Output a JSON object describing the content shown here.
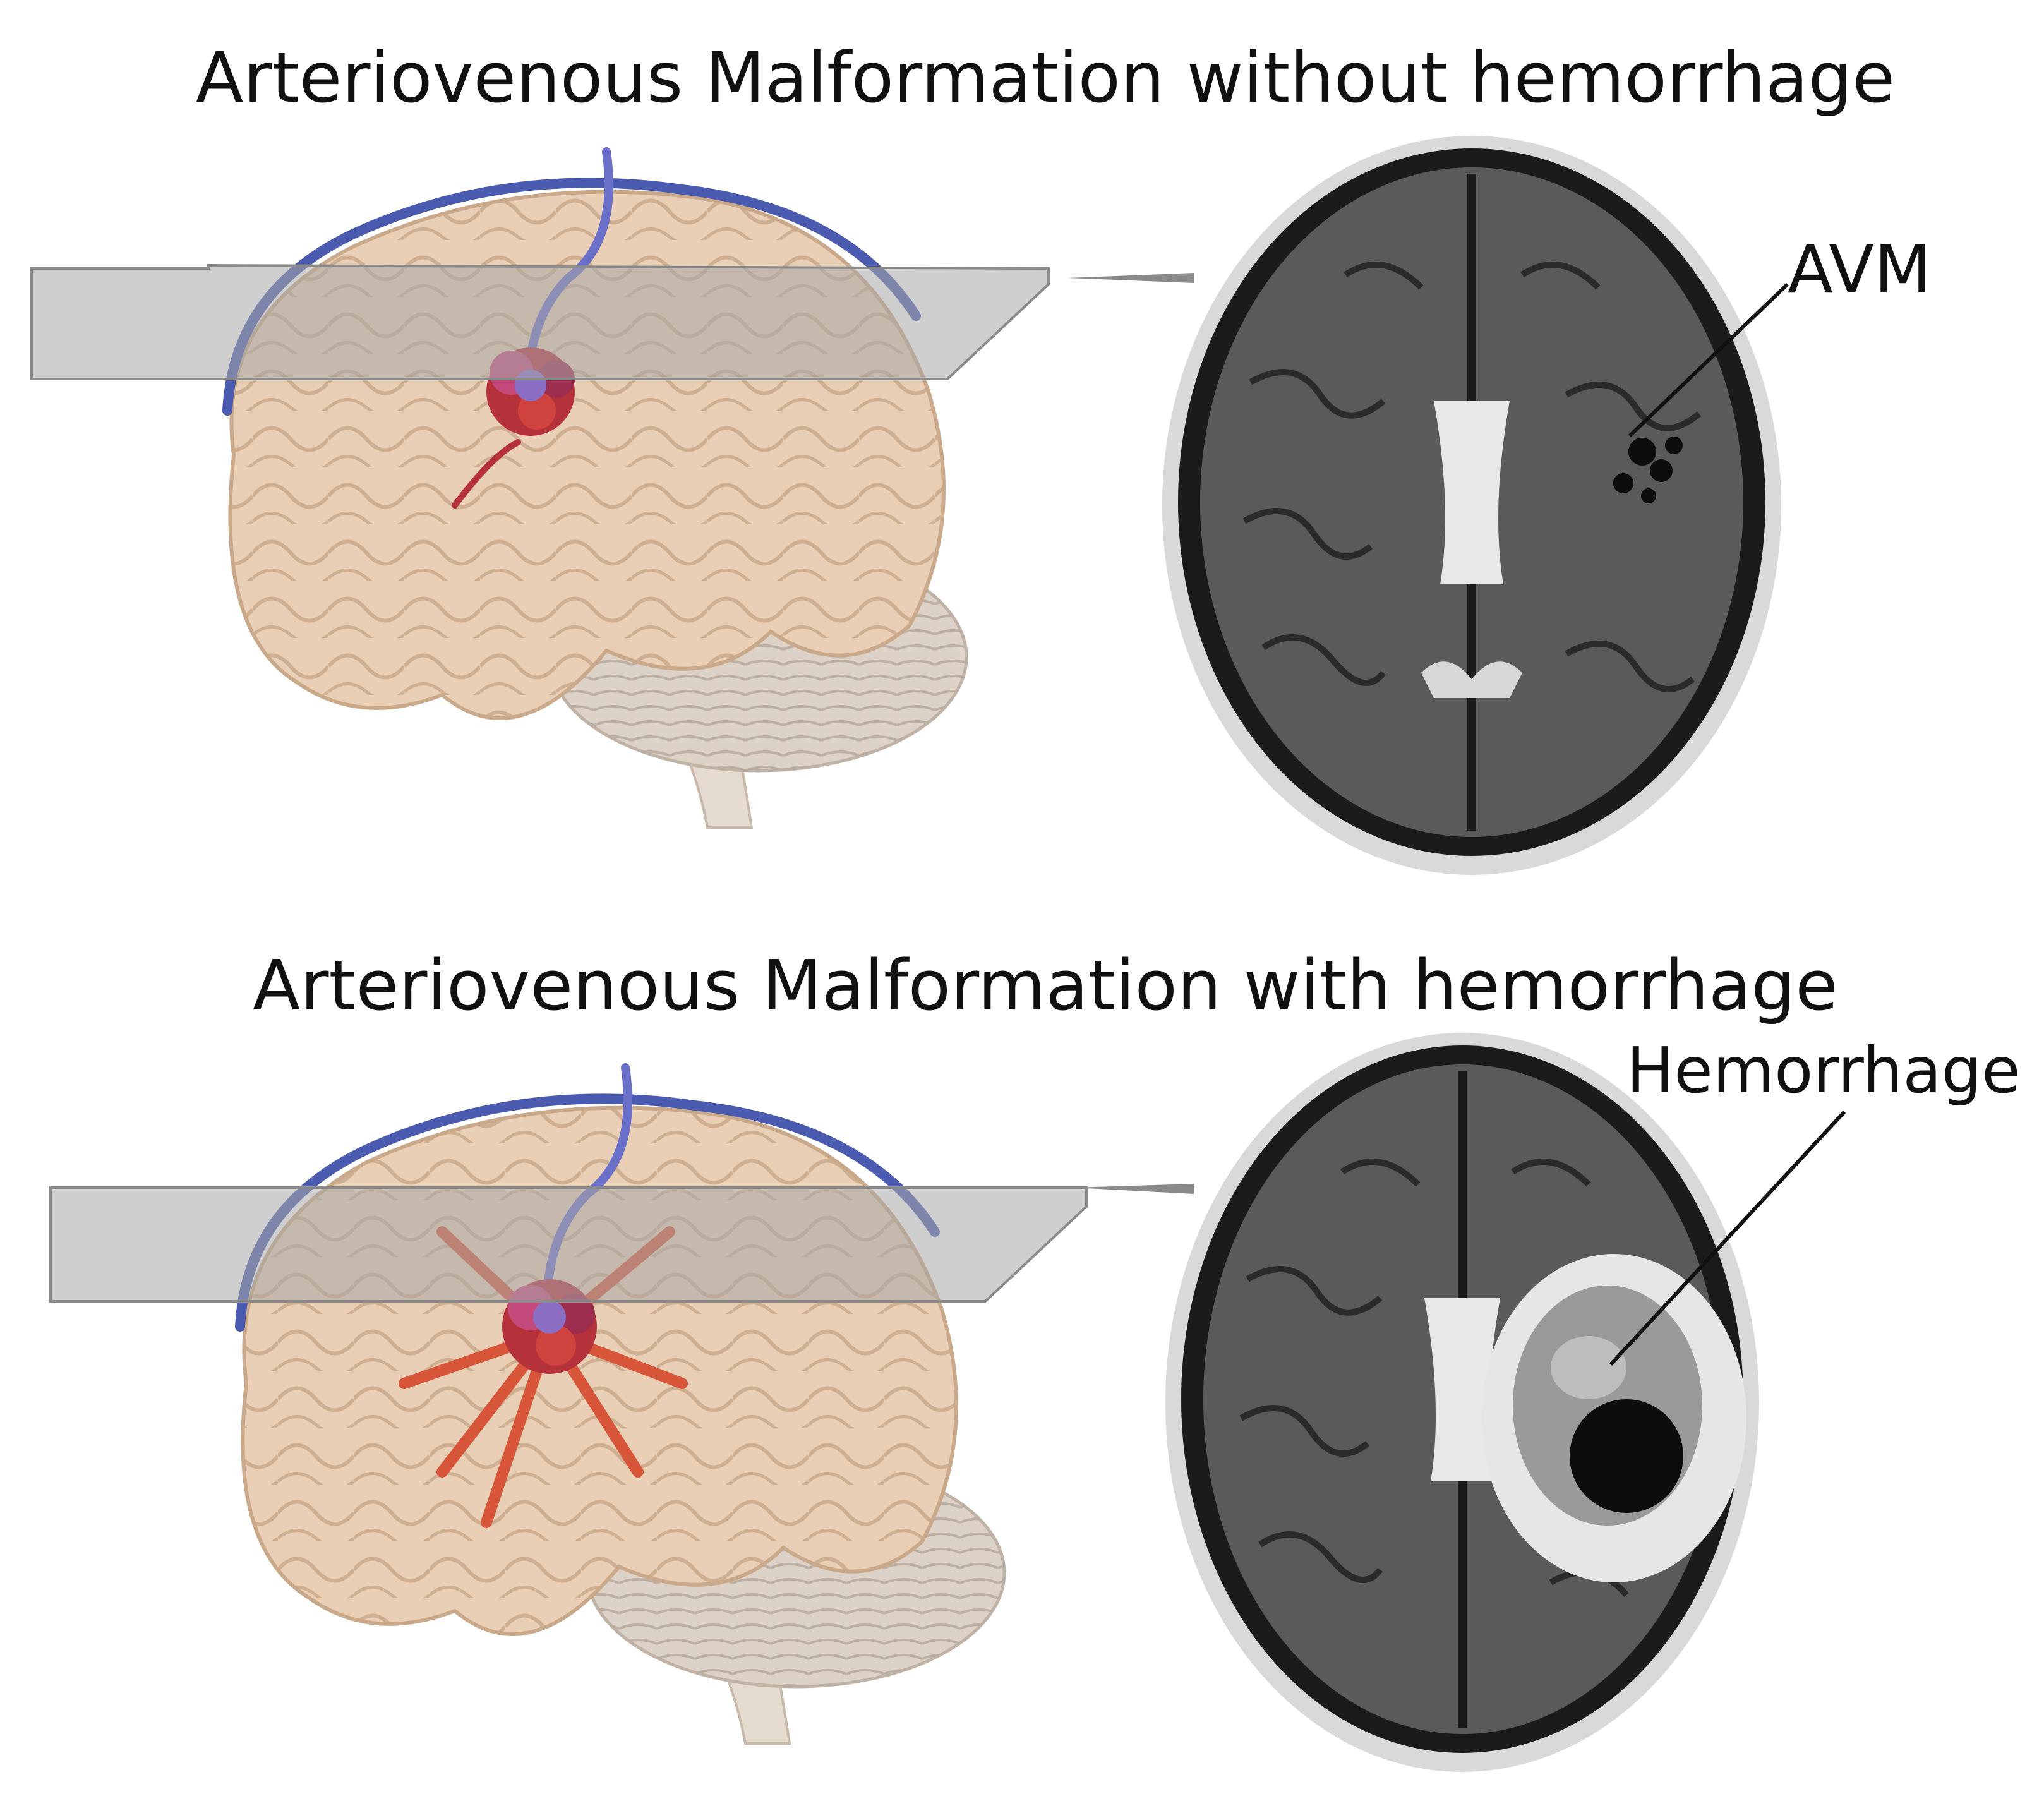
{
  "panels": [
    {
      "title": "Arteriovenous Malformation without hemorrhage",
      "callout": "AVM"
    },
    {
      "title": "Arteriovenous Malformation with hemorrhage",
      "callout": "Hemorrhage"
    }
  ],
  "colors": {
    "brain": "#e8cfb6",
    "brain_outline": "#c9a98a",
    "cerebellum": "#ddd2c8",
    "vein": "#4a5bb0",
    "avm_nidus": "#b5323a",
    "avm_vein_core": "#8a6fc4",
    "hemorrhage_spread": "#d7563a",
    "plane": "#a7a7a7",
    "mri_background": "#1b1b1b",
    "mri_tissue": "#5a5a5a",
    "skull_ring": "#d9d9d9"
  }
}
